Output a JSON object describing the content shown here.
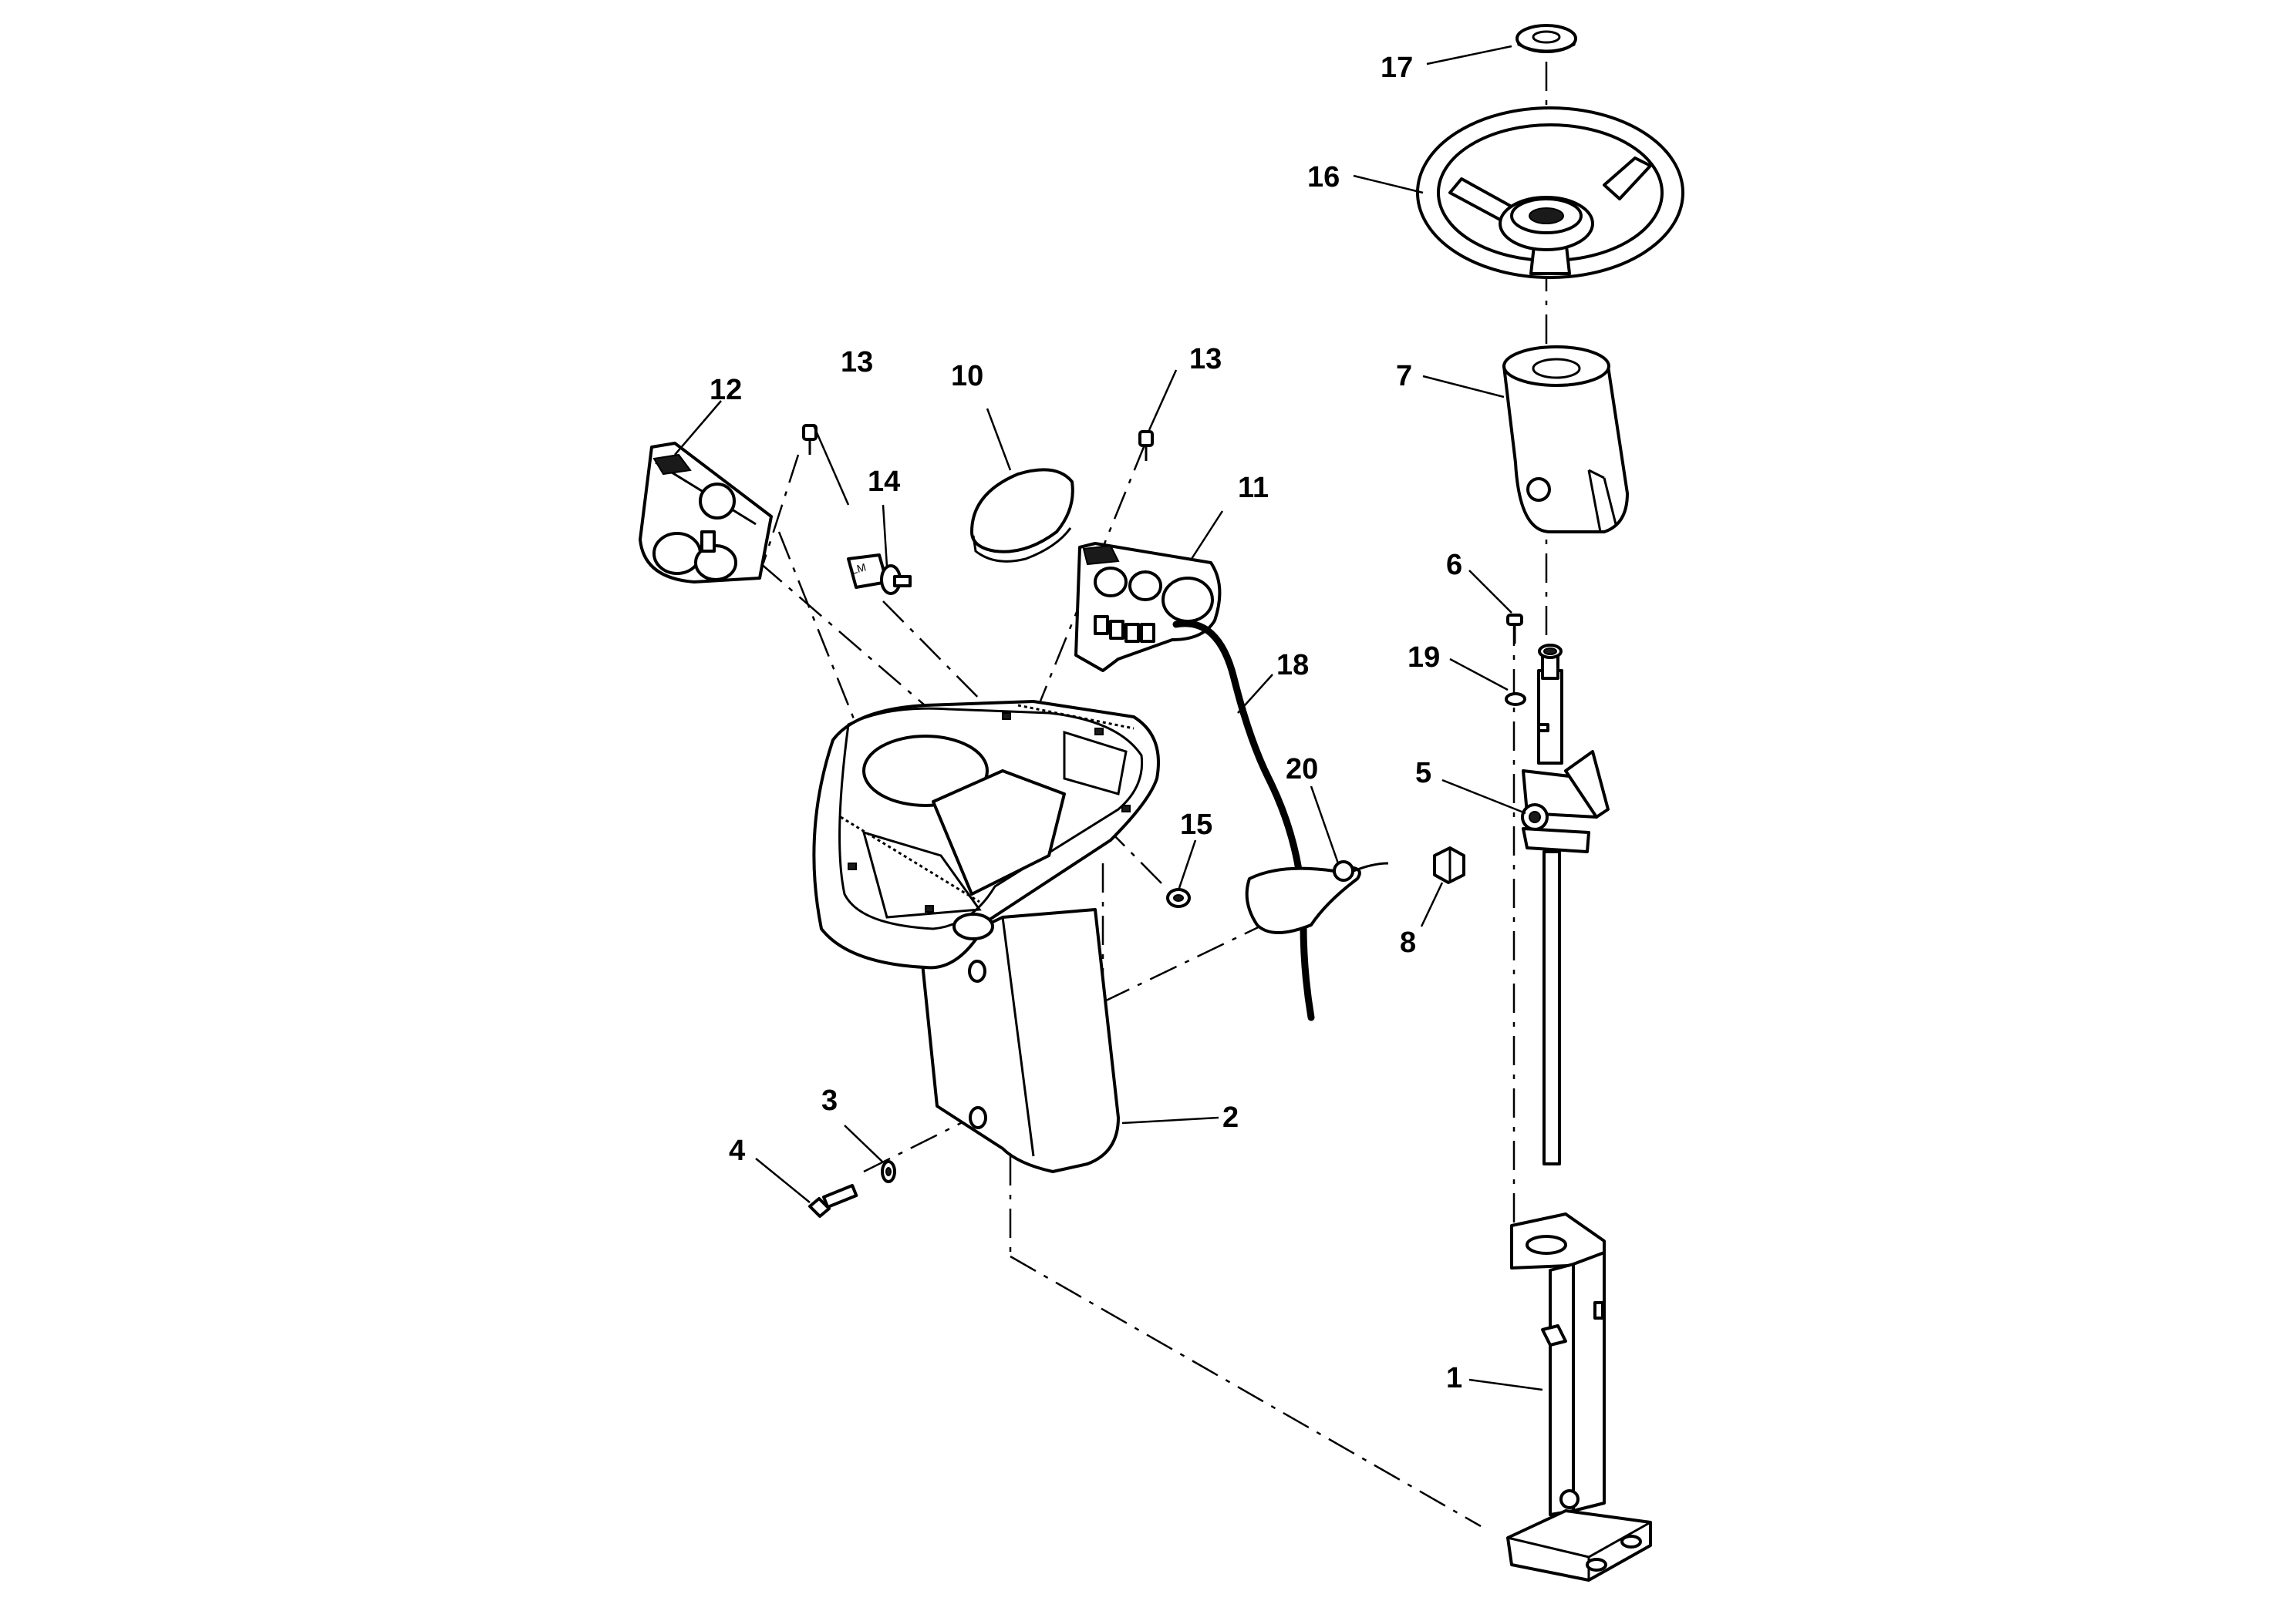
{
  "callouts": {
    "c1": "1",
    "c2": "2",
    "c3": "3",
    "c4": "4",
    "c5": "5",
    "c6": "6",
    "c7": "7",
    "c8": "8",
    "c10": "10",
    "c11": "11",
    "c12": "12",
    "c13a": "13",
    "c13b": "13",
    "c14": "14",
    "c15": "15",
    "c16": "16",
    "c17": "17",
    "c18": "18",
    "c19": "19",
    "c20": "20"
  },
  "parts": [
    {
      "ref": "1",
      "name": "steering-column-bracket"
    },
    {
      "ref": "2",
      "name": "dash-console"
    },
    {
      "ref": "3",
      "name": "washer"
    },
    {
      "ref": "4",
      "name": "bolt"
    },
    {
      "ref": "5",
      "name": "steering-shaft-bearing"
    },
    {
      "ref": "6",
      "name": "screw"
    },
    {
      "ref": "7",
      "name": "steering-column-cover"
    },
    {
      "ref": "8",
      "name": "plug"
    },
    {
      "ref": "10",
      "name": "console-cover"
    },
    {
      "ref": "11",
      "name": "right-instrument-panel"
    },
    {
      "ref": "12",
      "name": "left-instrument-panel"
    },
    {
      "ref": "13",
      "name": "panel-screw"
    },
    {
      "ref": "14",
      "name": "ignition-switch"
    },
    {
      "ref": "15",
      "name": "grommet"
    },
    {
      "ref": "16",
      "name": "steering-wheel"
    },
    {
      "ref": "17",
      "name": "steering-wheel-cap"
    },
    {
      "ref": "18",
      "name": "wire-harness"
    },
    {
      "ref": "19",
      "name": "washer"
    },
    {
      "ref": "20",
      "name": "boot"
    }
  ]
}
